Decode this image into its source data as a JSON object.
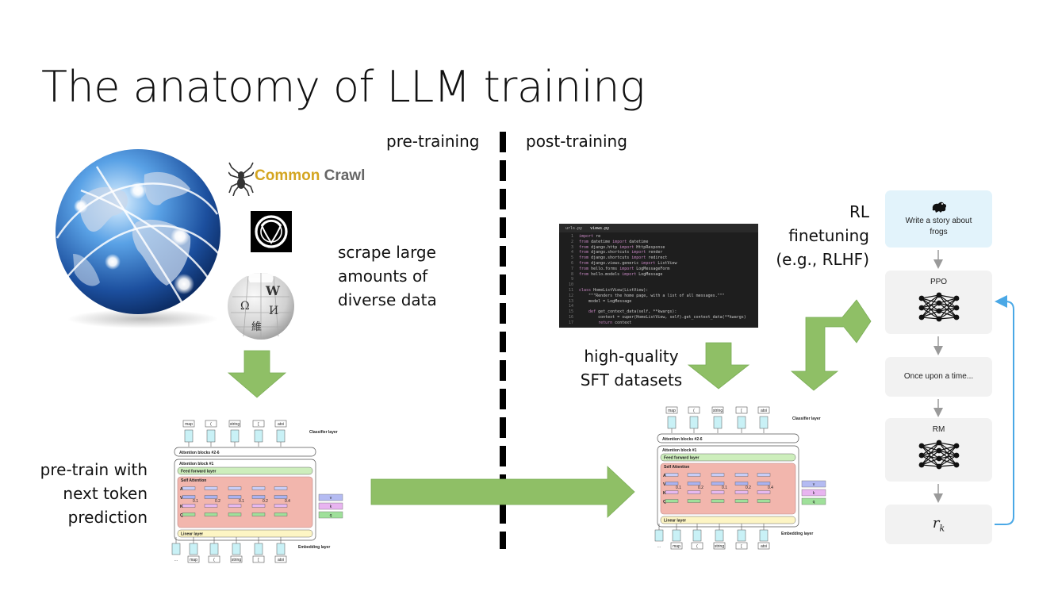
{
  "slide": {
    "title": "The anatomy of LLM training",
    "pre_label": "pre-training",
    "post_label": "post-training",
    "scrape_lines": [
      "scrape large",
      "amounts of",
      "diverse data"
    ],
    "pretrain_lines": [
      "pre-train with",
      "next token",
      "prediction"
    ],
    "sft_lines": [
      "high-quality",
      "SFT datasets"
    ],
    "rl_lines": [
      "RL",
      "finetuning",
      "(e.g., RLHF)"
    ]
  },
  "logos": {
    "common_crawl_a": "Common",
    "common_crawl_b": "Crawl",
    "globe_icon": "globe-network-icon",
    "spider_icon": "spider-icon",
    "wiki_icon": "wikipedia-globe-icon",
    "github_icon": "github-octocat-icon",
    "wiki_glyphs": [
      "W",
      "Ω",
      "И",
      "維"
    ]
  },
  "code": {
    "tabs": [
      "urls.py",
      "views.py"
    ],
    "lines": [
      "import re",
      "from datetime import datetime",
      "from django.http import HttpResponse",
      "from django.shortcuts import render",
      "from django.shortcuts import redirect",
      "from django.views.generic import ListView",
      "from hello.forms import LogMessageForm",
      "from hello.models import LogMessage",
      "",
      "",
      "class HomeListView(ListView):",
      "    \"\"\"Renders the home page, with a list of all messages.\"\"\"",
      "    model = LogMessage",
      "",
      "    def get_context_data(self, **kwargs):",
      "        context = super(HomeListView, self).get_context_data(**kwargs)",
      "        return context"
    ]
  },
  "transformer": {
    "classifier_layer": "Classifier layer",
    "embedding_layer": "Embedding layer",
    "attention_blocks": "Attention blocks #2-6",
    "attention_block1": "Attention block #1",
    "ff_layer": "Feed forward layer",
    "self_attention": "Self Attention",
    "linear_layer": "Linear layer",
    "top_tokens": [
      "map",
      "(",
      "string",
      "[",
      "atoi"
    ],
    "bottom_tokens": [
      "...",
      "map",
      "(",
      "string",
      "[",
      "atoi"
    ],
    "rows": [
      "A",
      "V",
      "K",
      "Q"
    ],
    "weights_left": [
      "0.1",
      "0.2",
      "0.1",
      "0.2",
      "0.4"
    ],
    "weights_right": [
      "0.1",
      "0.2",
      "0.1",
      "0.2",
      "0.4"
    ],
    "side": [
      "v",
      "k",
      "q"
    ]
  },
  "rlhf": {
    "prompt": "Write a story about frogs",
    "ppo": "PPO",
    "output": "Once upon a time...",
    "rm": "RM",
    "reward_symbol": "r",
    "reward_sub": "k",
    "frog_icon": "frog-icon",
    "network_icon": "neural-network-icon"
  },
  "colors": {
    "arrow_green": "#8fbf66",
    "loop_blue": "#4aa8e6",
    "card_gray": "#f2f2f2",
    "card_blue": "#e2f3fb",
    "attention_red": "#f2b6ad",
    "ff_green": "#cdeebc",
    "linear_yellow": "#fdf5c4",
    "token_cyan": "#c9f1f6"
  }
}
